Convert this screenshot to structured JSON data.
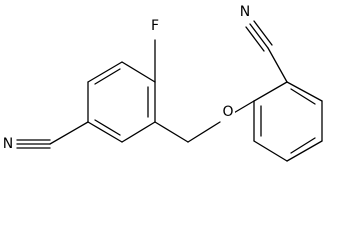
{
  "atoms": {
    "nitrogen_left": "N",
    "fluorine": "F",
    "oxygen": "O",
    "nitrogen_top": "N"
  },
  "colors": {
    "bonds": "#000000",
    "background": "#ffffff"
  }
}
